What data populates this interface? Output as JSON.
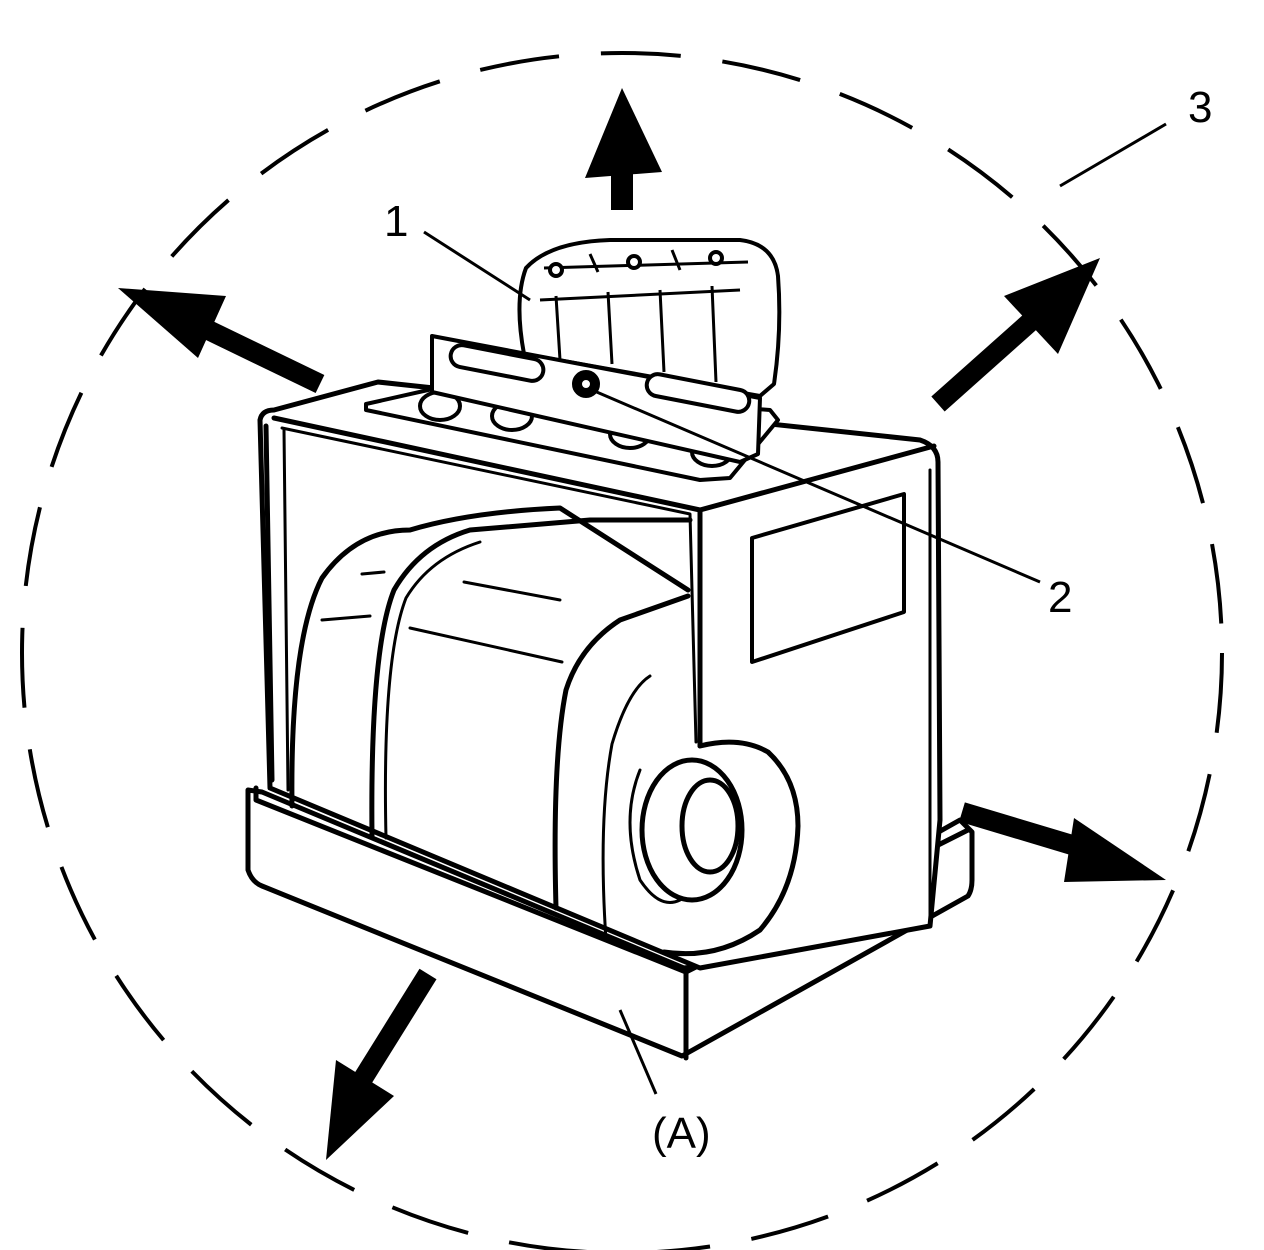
{
  "labels": {
    "part1": "1",
    "part2": "2",
    "part3": "3",
    "unitA": "(A)"
  },
  "colors": {
    "line": "#000000",
    "background": "#ffffff"
  }
}
